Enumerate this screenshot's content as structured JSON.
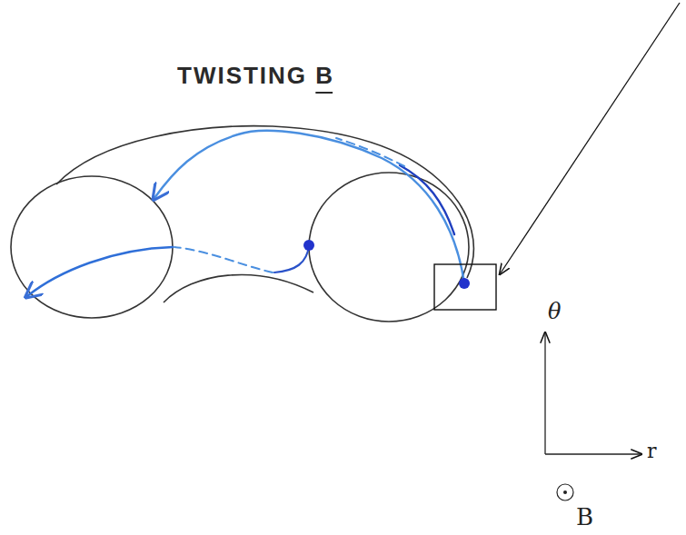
{
  "diagram": {
    "title": "TWISTING B",
    "labels": [
      "θ",
      "r",
      "B"
    ]
  }
}
